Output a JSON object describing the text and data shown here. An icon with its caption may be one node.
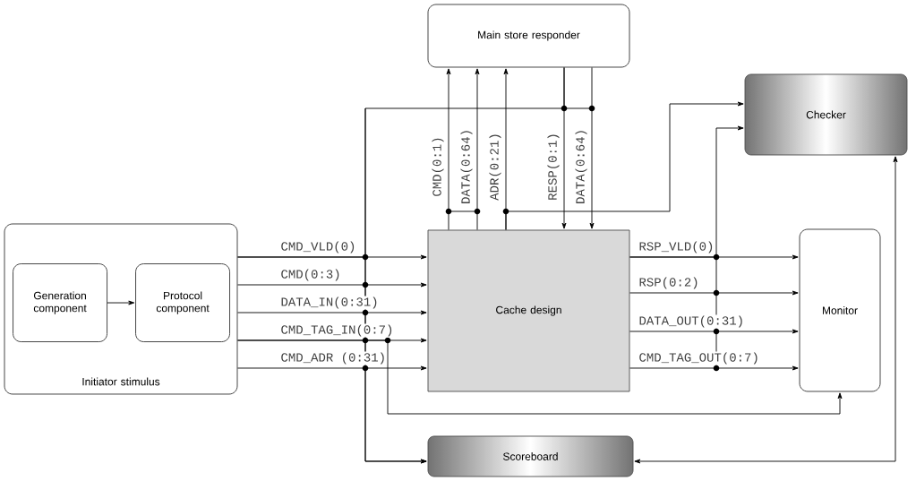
{
  "diagram": {
    "nodes": [
      {
        "text": [
          "Main store responder"
        ]
      },
      {
        "text": [
          "Checker"
        ]
      },
      {
        "text": [
          "Initiator stimulus"
        ]
      },
      {
        "text": [
          "Generation component"
        ],
        "in": 2
      },
      {
        "text": [
          "Protocol component"
        ],
        "in": 2
      },
      {
        "text": [
          "Cache design"
        ]
      },
      {
        "text": [
          "Monitor"
        ]
      },
      {
        "text": [
          "Scoreboard"
        ]
      }
    ],
    "edges": [
      {
        "from": 3,
        "to": 4,
        "arrow": "to"
      },
      {
        "from": 2,
        "to": 5,
        "arrow": "to",
        "label": "CMD_VLD(0)"
      },
      {
        "from": 2,
        "to": 5,
        "arrow": "to",
        "label": "CMD(0:3)"
      },
      {
        "from": 2,
        "to": 5,
        "arrow": "to",
        "label": "DATA_IN(0:31)"
      },
      {
        "from": 2,
        "to": 5,
        "arrow": "to",
        "label": "CMD_TAG_IN(0:7)"
      },
      {
        "from": 2,
        "to": 5,
        "arrow": "to",
        "label": "CMD_ADR (0:31)"
      },
      {
        "from": 5,
        "to": 0,
        "arrow": "to",
        "label": "CMD(0:1)"
      },
      {
        "from": 5,
        "to": 0,
        "arrow": "to",
        "label": "DATA(0:64)"
      },
      {
        "from": 5,
        "to": 0,
        "arrow": "to",
        "label": "ADR(0:21)"
      },
      {
        "from": 0,
        "to": 5,
        "arrow": "to",
        "label": "RESP(0:1)"
      },
      {
        "from": 0,
        "to": 5,
        "arrow": "to",
        "label": "DATA(0:64)"
      },
      {
        "from": 5,
        "to": 6,
        "arrow": "to",
        "label": "RSP_VLD(0)"
      },
      {
        "from": 5,
        "to": 6,
        "arrow": "to",
        "label": "RSP(0:2)"
      },
      {
        "from": 5,
        "to": 6,
        "arrow": "to",
        "label": "DATA_OUT(0:31)"
      },
      {
        "from": 5,
        "to": 6,
        "arrow": "to",
        "label": "CMD_TAG_OUT(0:7)"
      },
      {
        "from": 2,
        "to": 7,
        "arrow": "to"
      },
      {
        "from": 0,
        "to": 7,
        "arrow": "to"
      },
      {
        "from": 5,
        "to": 1,
        "arrow": "to"
      },
      {
        "from": 5,
        "to": 1,
        "arrow": "to"
      },
      {
        "from": 2,
        "to": 6,
        "arrow": "to"
      },
      {
        "from": 1,
        "to": 7,
        "arrow": "both"
      }
    ]
  }
}
